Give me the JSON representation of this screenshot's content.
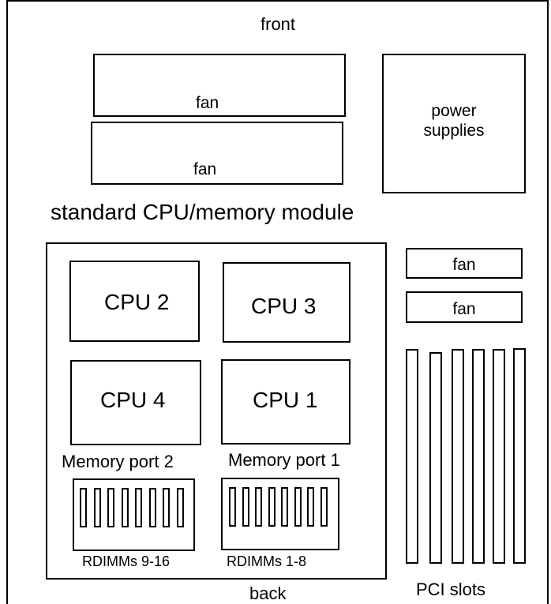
{
  "labels": {
    "front": "front",
    "back": "back",
    "module": "standard CPU/memory module",
    "power_supplies": "power\nsupplies",
    "pci_slots": "PCI slots"
  },
  "fans": [
    "fan",
    "fan",
    "fan",
    "fan"
  ],
  "cpus": {
    "cpu2": "CPU 2",
    "cpu3": "CPU 3",
    "cpu4": "CPU 4",
    "cpu1": "CPU 1"
  },
  "memory": {
    "port2": "Memory port 2",
    "port1": "Memory port 1",
    "rdimms_left": "RDIMMs 9-16",
    "rdimms_right": "RDIMMs 1-8",
    "dimm_count_per_bank": 8
  },
  "pci_slot_count": 6
}
